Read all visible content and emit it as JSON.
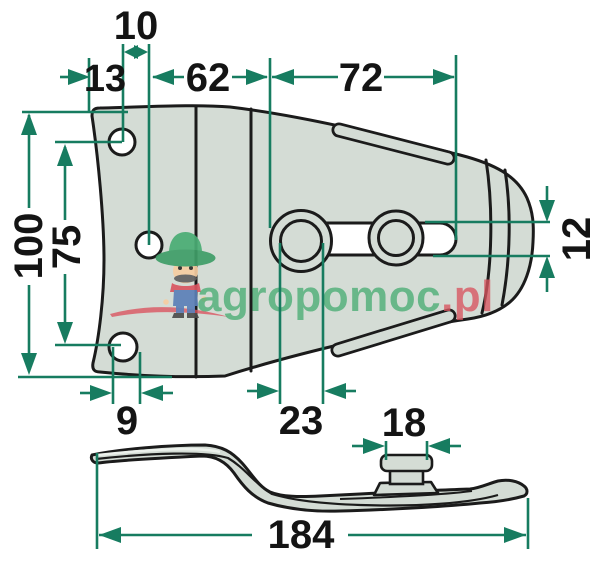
{
  "title": "mower-knife-head-dimension-drawing",
  "watermark": {
    "brand_green": "agropomoc",
    "brand_red": ".pl",
    "mascot": "farmer-mascot-icon"
  },
  "colors": {
    "dimension_green": "#177c60",
    "outline_black": "#1b1b1b",
    "part_fill": "#d4dcd5",
    "watermark_green": "#4aad74",
    "watermark_red": "#d95560",
    "background": "#ffffff"
  },
  "dims": {
    "hole_offset_top": "10",
    "edge_to_hole": "13",
    "span_mid": "62",
    "span_right": "72",
    "height_total": "100",
    "hole_spacing_vertical": "75",
    "slot_height": "12",
    "hole_offset_bottom": "9",
    "boss_spacing": "23",
    "stud_width": "18",
    "length_total": "184"
  }
}
